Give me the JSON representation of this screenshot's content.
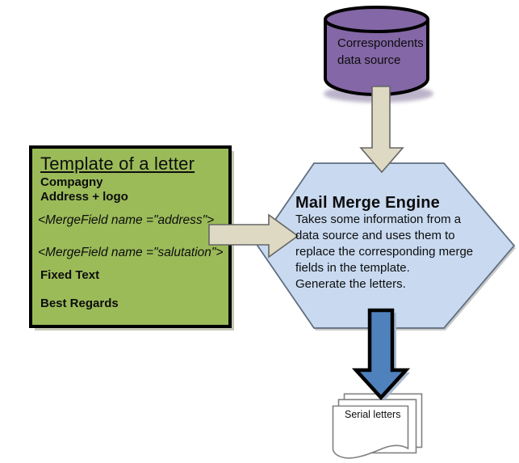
{
  "diagram": {
    "data_source": {
      "label_lines": [
        "Correspondents",
        "data source"
      ]
    },
    "template_box": {
      "title": "Template of a letter",
      "company_line": "Compagny",
      "address_line": "Address + logo",
      "merge_field_address": "<MergeField name =\"address\">",
      "merge_field_salutation": "<MergeField name =\"salutation\">",
      "fixed_text": "Fixed Text",
      "regards": "Best Regards"
    },
    "engine": {
      "title": "Mail Merge Engine",
      "body_lines": [
        "Takes some information from a",
        "data source and uses them to",
        "replace the corresponding merge",
        "fields in the template.",
        "Generate the letters."
      ]
    },
    "output": {
      "label": "Serial letters"
    },
    "colors": {
      "database_fill": "#8467A6",
      "template_fill": "#9BBB59",
      "engine_fill": "#C9DAF0",
      "engine_border": "#5F6E80",
      "arrow_beige": "#DDD9C3",
      "arrow_beige_border": "#666666",
      "arrow_blue": "#4F81BD",
      "page_border": "#808080"
    }
  }
}
